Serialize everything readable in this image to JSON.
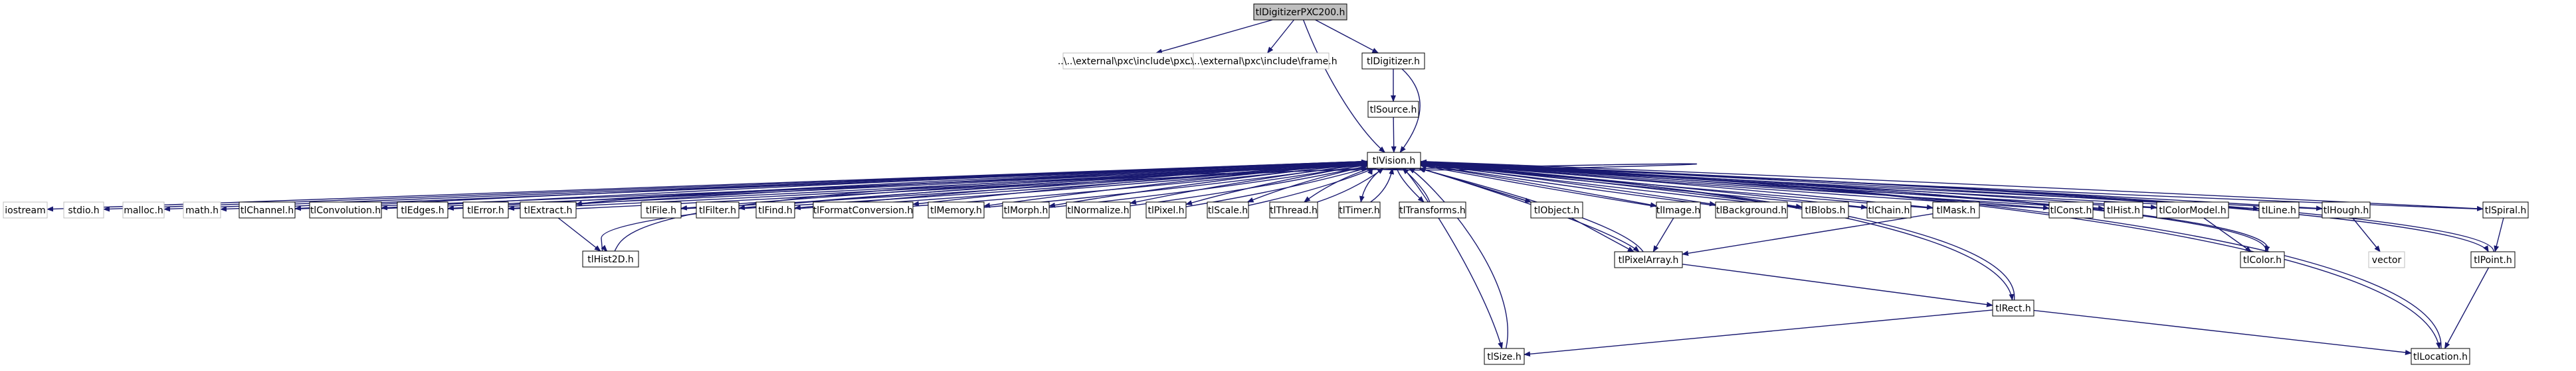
{
  "colors": {
    "edge": "#191970",
    "node_border": "#000000",
    "node_border_system": "#bfbfbf",
    "node_fill": "#ffffff",
    "root_fill": "#bfbfbf",
    "text": "#000000"
  },
  "nodes": [
    {
      "id": "root",
      "label": "tlDigitizerPXC200.h",
      "kind": "root"
    },
    {
      "id": "pxc",
      "label": "..\\..\\external\\pxc\\include\\pxc.h",
      "kind": "system"
    },
    {
      "id": "frame",
      "label": "..\\..\\external\\pxc\\include\\frame.h",
      "kind": "system"
    },
    {
      "id": "digitizer",
      "label": "tlDigitizer.h",
      "kind": "normal"
    },
    {
      "id": "source",
      "label": "tlSource.h",
      "kind": "normal"
    },
    {
      "id": "vision",
      "label": "tlVision.h",
      "kind": "normal"
    },
    {
      "id": "iostream",
      "label": "iostream",
      "kind": "system"
    },
    {
      "id": "stdio",
      "label": "stdio.h",
      "kind": "system"
    },
    {
      "id": "malloc",
      "label": "malloc.h",
      "kind": "system"
    },
    {
      "id": "math",
      "label": "math.h",
      "kind": "system"
    },
    {
      "id": "channel",
      "label": "tlChannel.h",
      "kind": "normal"
    },
    {
      "id": "convolution",
      "label": "tlConvolution.h",
      "kind": "normal"
    },
    {
      "id": "edges",
      "label": "tlEdges.h",
      "kind": "normal"
    },
    {
      "id": "error",
      "label": "tlError.h",
      "kind": "normal"
    },
    {
      "id": "extract",
      "label": "tlExtract.h",
      "kind": "normal"
    },
    {
      "id": "file",
      "label": "tlFile.h",
      "kind": "normal"
    },
    {
      "id": "filter",
      "label": "tlFilter.h",
      "kind": "normal"
    },
    {
      "id": "find",
      "label": "tlFind.h",
      "kind": "normal"
    },
    {
      "id": "formatconv",
      "label": "tlFormatConversion.h",
      "kind": "normal"
    },
    {
      "id": "memory",
      "label": "tlMemory.h",
      "kind": "normal"
    },
    {
      "id": "morph",
      "label": "tlMorph.h",
      "kind": "normal"
    },
    {
      "id": "normalize",
      "label": "tlNormalize.h",
      "kind": "normal"
    },
    {
      "id": "pixel",
      "label": "tlPixel.h",
      "kind": "normal"
    },
    {
      "id": "scale",
      "label": "tlScale.h",
      "kind": "normal"
    },
    {
      "id": "thread",
      "label": "tlThread.h",
      "kind": "normal"
    },
    {
      "id": "timer",
      "label": "tlTimer.h",
      "kind": "normal"
    },
    {
      "id": "transforms",
      "label": "tlTransforms.h",
      "kind": "normal"
    },
    {
      "id": "object",
      "label": "tlObject.h",
      "kind": "normal"
    },
    {
      "id": "image",
      "label": "tlImage.h",
      "kind": "normal"
    },
    {
      "id": "background",
      "label": "tlBackground.h",
      "kind": "normal"
    },
    {
      "id": "blobs",
      "label": "tlBlobs.h",
      "kind": "normal"
    },
    {
      "id": "chain",
      "label": "tlChain.h",
      "kind": "normal"
    },
    {
      "id": "mask",
      "label": "tlMask.h",
      "kind": "normal"
    },
    {
      "id": "const",
      "label": "tlConst.h",
      "kind": "normal"
    },
    {
      "id": "hist",
      "label": "tlHist.h",
      "kind": "normal"
    },
    {
      "id": "colormodel",
      "label": "tlColorModel.h",
      "kind": "normal"
    },
    {
      "id": "line",
      "label": "tlLine.h",
      "kind": "normal"
    },
    {
      "id": "hough",
      "label": "tlHough.h",
      "kind": "normal"
    },
    {
      "id": "spiral",
      "label": "tlSpiral.h",
      "kind": "normal"
    },
    {
      "id": "hist2d",
      "label": "tlHist2D.h",
      "kind": "normal"
    },
    {
      "id": "pixelarray",
      "label": "tlPixelArray.h",
      "kind": "normal"
    },
    {
      "id": "color",
      "label": "tlColor.h",
      "kind": "normal"
    },
    {
      "id": "vector",
      "label": "vector",
      "kind": "system"
    },
    {
      "id": "point",
      "label": "tlPoint.h",
      "kind": "normal"
    },
    {
      "id": "rect",
      "label": "tlRect.h",
      "kind": "normal"
    },
    {
      "id": "size",
      "label": "tlSize.h",
      "kind": "normal"
    },
    {
      "id": "location",
      "label": "tlLocation.h",
      "kind": "normal"
    }
  ],
  "edges": [
    [
      "root",
      "pxc"
    ],
    [
      "root",
      "frame"
    ],
    [
      "root",
      "digitizer"
    ],
    [
      "root",
      "vision"
    ],
    [
      "digitizer",
      "source"
    ],
    [
      "digitizer",
      "vision"
    ],
    [
      "source",
      "vision"
    ],
    [
      "vision",
      "iostream"
    ],
    [
      "vision",
      "stdio"
    ],
    [
      "vision",
      "malloc"
    ],
    [
      "vision",
      "math"
    ],
    [
      "vision",
      "channel"
    ],
    [
      "vision",
      "convolution"
    ],
    [
      "vision",
      "edges"
    ],
    [
      "vision",
      "error"
    ],
    [
      "vision",
      "extract"
    ],
    [
      "vision",
      "hist2d"
    ],
    [
      "vision",
      "file"
    ],
    [
      "vision",
      "filter"
    ],
    [
      "vision",
      "find"
    ],
    [
      "vision",
      "formatconv"
    ],
    [
      "vision",
      "memory"
    ],
    [
      "vision",
      "morph"
    ],
    [
      "vision",
      "normalize"
    ],
    [
      "vision",
      "pixel"
    ],
    [
      "vision",
      "scale"
    ],
    [
      "vision",
      "thread"
    ],
    [
      "vision",
      "timer"
    ],
    [
      "vision",
      "transforms"
    ],
    [
      "vision",
      "size"
    ],
    [
      "vision",
      "object"
    ],
    [
      "vision",
      "pixelarray"
    ],
    [
      "vision",
      "image"
    ],
    [
      "vision",
      "background"
    ],
    [
      "vision",
      "blobs"
    ],
    [
      "vision",
      "chain"
    ],
    [
      "vision",
      "mask"
    ],
    [
      "vision",
      "rect"
    ],
    [
      "vision",
      "const"
    ],
    [
      "vision",
      "hist"
    ],
    [
      "vision",
      "colormodel"
    ],
    [
      "vision",
      "color"
    ],
    [
      "vision",
      "line"
    ],
    [
      "vision",
      "hough"
    ],
    [
      "vision",
      "point"
    ],
    [
      "vision",
      "location"
    ],
    [
      "vision",
      "spiral"
    ],
    [
      "channel",
      "vision"
    ],
    [
      "convolution",
      "vision"
    ],
    [
      "edges",
      "vision"
    ],
    [
      "error",
      "vision"
    ],
    [
      "extract",
      "vision"
    ],
    [
      "hist2d",
      "vision"
    ],
    [
      "file",
      "vision"
    ],
    [
      "filter",
      "vision"
    ],
    [
      "find",
      "vision"
    ],
    [
      "formatconv",
      "vision"
    ],
    [
      "memory",
      "vision"
    ],
    [
      "morph",
      "vision"
    ],
    [
      "normalize",
      "vision"
    ],
    [
      "pixel",
      "vision"
    ],
    [
      "scale",
      "vision"
    ],
    [
      "thread",
      "vision"
    ],
    [
      "timer",
      "vision"
    ],
    [
      "transforms",
      "vision"
    ],
    [
      "size",
      "vision"
    ],
    [
      "object",
      "vision"
    ],
    [
      "pixelarray",
      "vision"
    ],
    [
      "image",
      "vision"
    ],
    [
      "background",
      "vision"
    ],
    [
      "blobs",
      "vision"
    ],
    [
      "chain",
      "vision"
    ],
    [
      "mask",
      "vision"
    ],
    [
      "rect",
      "vision"
    ],
    [
      "const",
      "vision"
    ],
    [
      "hist",
      "vision"
    ],
    [
      "colormodel",
      "vision"
    ],
    [
      "color",
      "vision"
    ],
    [
      "line",
      "vision"
    ],
    [
      "hough",
      "vision"
    ],
    [
      "point",
      "vision"
    ],
    [
      "location",
      "vision"
    ],
    [
      "spiral",
      "vision"
    ],
    [
      "extract",
      "hist2d"
    ],
    [
      "object",
      "pixelarray"
    ],
    [
      "image",
      "pixelarray"
    ],
    [
      "mask",
      "pixelarray"
    ],
    [
      "pixelarray",
      "rect"
    ],
    [
      "rect",
      "size"
    ],
    [
      "rect",
      "location"
    ],
    [
      "colormodel",
      "color"
    ],
    [
      "hough",
      "vector"
    ],
    [
      "spiral",
      "point"
    ],
    [
      "point",
      "location"
    ]
  ]
}
